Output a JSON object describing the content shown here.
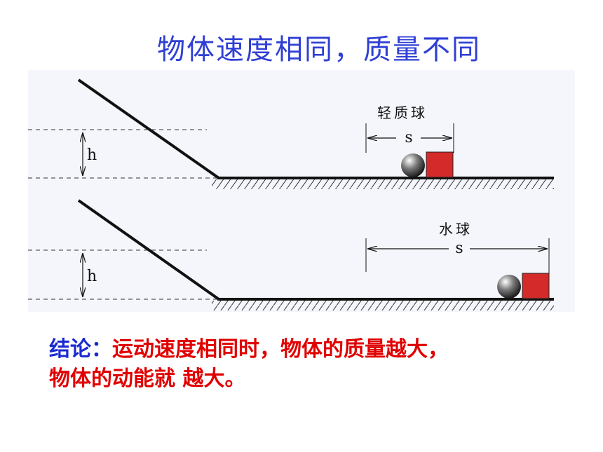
{
  "title": "物体速度相同，质量不同",
  "top_diagram": {
    "ball_label": "轻质球",
    "height_label": "h",
    "distance_label": "s"
  },
  "bottom_diagram": {
    "ball_label": "水球",
    "height_label": "h",
    "distance_label": "s"
  },
  "conclusion": {
    "label": "结论：",
    "line1": "运动速度相同时，物体的质量越大，",
    "line2": "物体的动能就 越大。"
  },
  "colors": {
    "title": "#2f3fd4",
    "conclusion_label": "#1a2ad0",
    "conclusion_text": "#e00000",
    "block": "#d42a2a"
  }
}
